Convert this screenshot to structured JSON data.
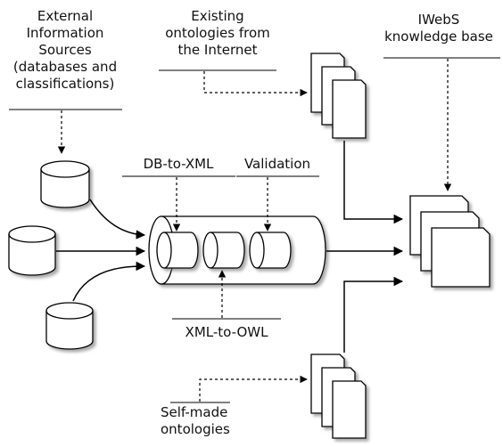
{
  "labels": {
    "external_sources": [
      "External",
      "Information",
      "Sources",
      "(databases and",
      "classifications)"
    ],
    "existing_ontologies": [
      "Existing",
      "ontologies from",
      "the Internet"
    ],
    "knowledge_base": [
      "IWebS",
      "knowledge base"
    ],
    "db_to_xml": "DB-to-XML",
    "validation": "Validation",
    "xml_to_owl": "XML-to-OWL",
    "self_made": [
      "Self-made",
      "ontologies"
    ]
  },
  "colors": {
    "stroke": "#000000",
    "fill": "#ffffff",
    "shadow": "#666666"
  }
}
